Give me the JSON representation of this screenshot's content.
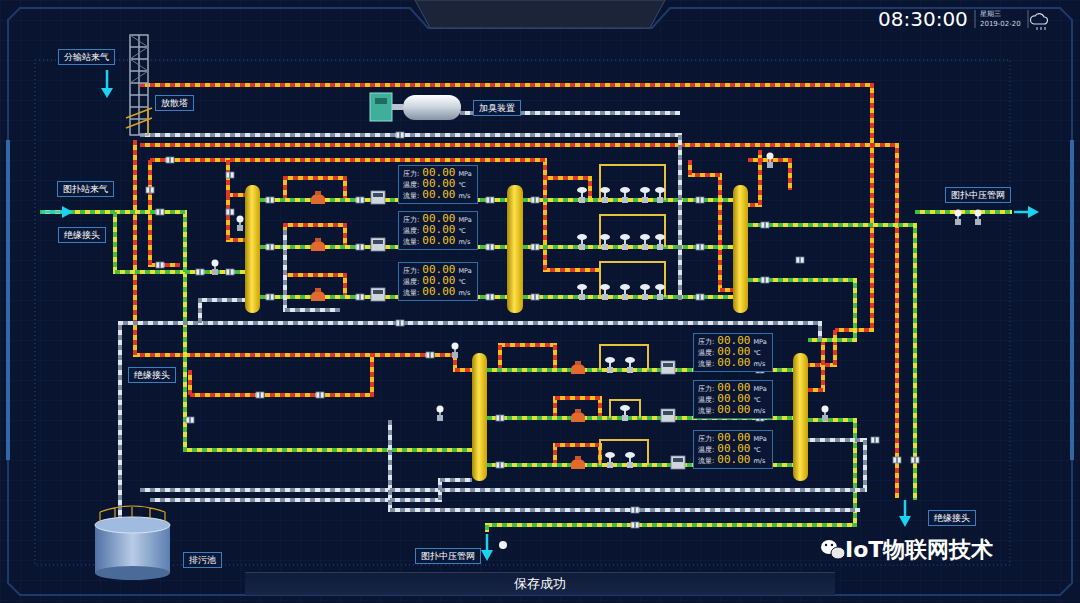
{
  "diagram": {
    "nodes": [
      {
        "text": [
          "分输站来气"
        ]
      },
      {
        "text": [
          "放散塔"
        ]
      },
      {
        "text": [
          "加臭装置"
        ]
      },
      {
        "text": [
          "图扑站来气"
        ]
      },
      {
        "text": [
          "绝缘接头"
        ]
      },
      {
        "text": [
          "压力:",
          "00.00",
          "MPa",
          "温度:",
          "00.00",
          "℃",
          "流量:",
          "00.00",
          "m/s"
        ]
      },
      {
        "text": [
          "压力:",
          "00.00",
          "MPa",
          "温度:",
          "00.00",
          "℃",
          "流量:",
          "00.00",
          "m/s"
        ]
      },
      {
        "text": [
          "压力:",
          "00.00",
          "MPa",
          "温度:",
          "00.00",
          "℃",
          "流量:",
          "00.00",
          "m/s"
        ]
      },
      {
        "text": [
          "图扑中压管网"
        ]
      },
      {
        "text": [
          "压力:",
          "00.00",
          "MPa",
          "温度:",
          "00.00",
          "℃",
          "流量:",
          "00.00",
          "m/s"
        ]
      },
      {
        "text": [
          "绝缘接头"
        ]
      },
      {
        "text": [
          "压力:",
          "00.00",
          "MPa",
          "温度:",
          "00.00",
          "℃",
          "流量:",
          "00.00",
          "m/s"
        ]
      },
      {
        "text": [
          "压力:",
          "00.00",
          "MPa",
          "温度:",
          "00.00",
          "℃",
          "流量:",
          "00.00",
          "m/s"
        ]
      },
      {
        "text": [
          "绝缘接头"
        ]
      },
      {
        "text": [
          "排污池"
        ]
      },
      {
        "text": [
          "图扑中压管网"
        ]
      },
      {
        "text": [
          "保存成功"
        ]
      }
    ],
    "labels": [
      "08:30:00",
      "星期三",
      "2019-02-20",
      "IoT物联网技术"
    ]
  }
}
